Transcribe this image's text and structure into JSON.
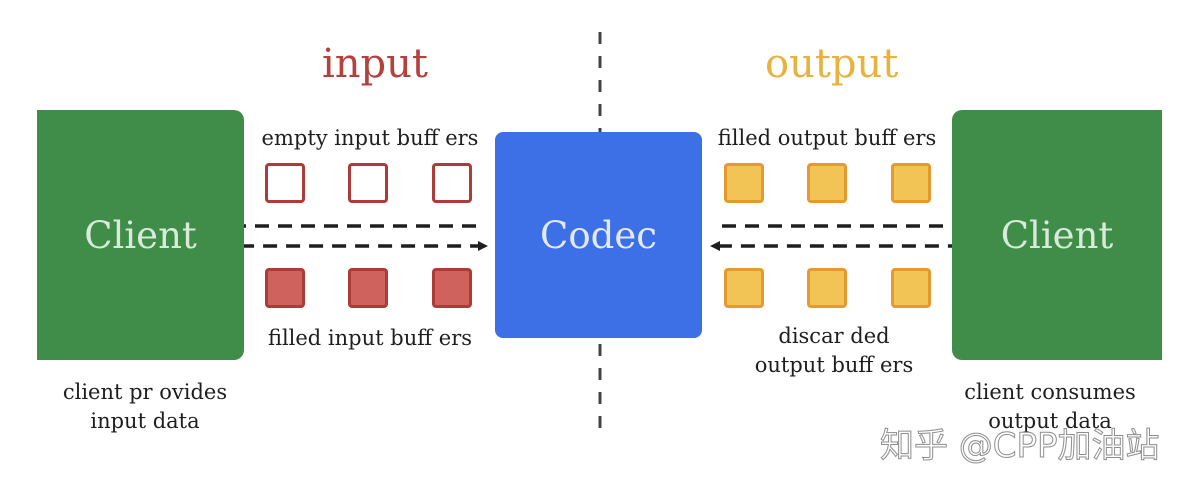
{
  "headings": {
    "input": "input",
    "output": "output"
  },
  "nodes": {
    "client_left": "Client",
    "codec": "Codec",
    "client_right": "Client"
  },
  "captions": {
    "empty_input_buffers": "empty input buff ers",
    "filled_input_buffers": "filled input buff ers",
    "filled_output_buffers": "filled output buff ers",
    "discarded_line1": "discar ded",
    "discarded_line2": "output buff ers",
    "client_provides_line1": "client pr ovides",
    "client_provides_line2": "input data",
    "client_consumes_line1": "client consumes",
    "client_consumes_line2": "output data"
  },
  "watermark": "知乎 @CPP加油站",
  "colors": {
    "client": "#3f8d48",
    "codec": "#3d6fe6",
    "input_heading": "#b5413d",
    "output_heading": "#e8b23f",
    "input_buffer_border": "#ad3b37",
    "filled_input_buffer": "#d0625d",
    "output_buffer": "#f1c455",
    "output_buffer_border": "#e69a2e"
  }
}
